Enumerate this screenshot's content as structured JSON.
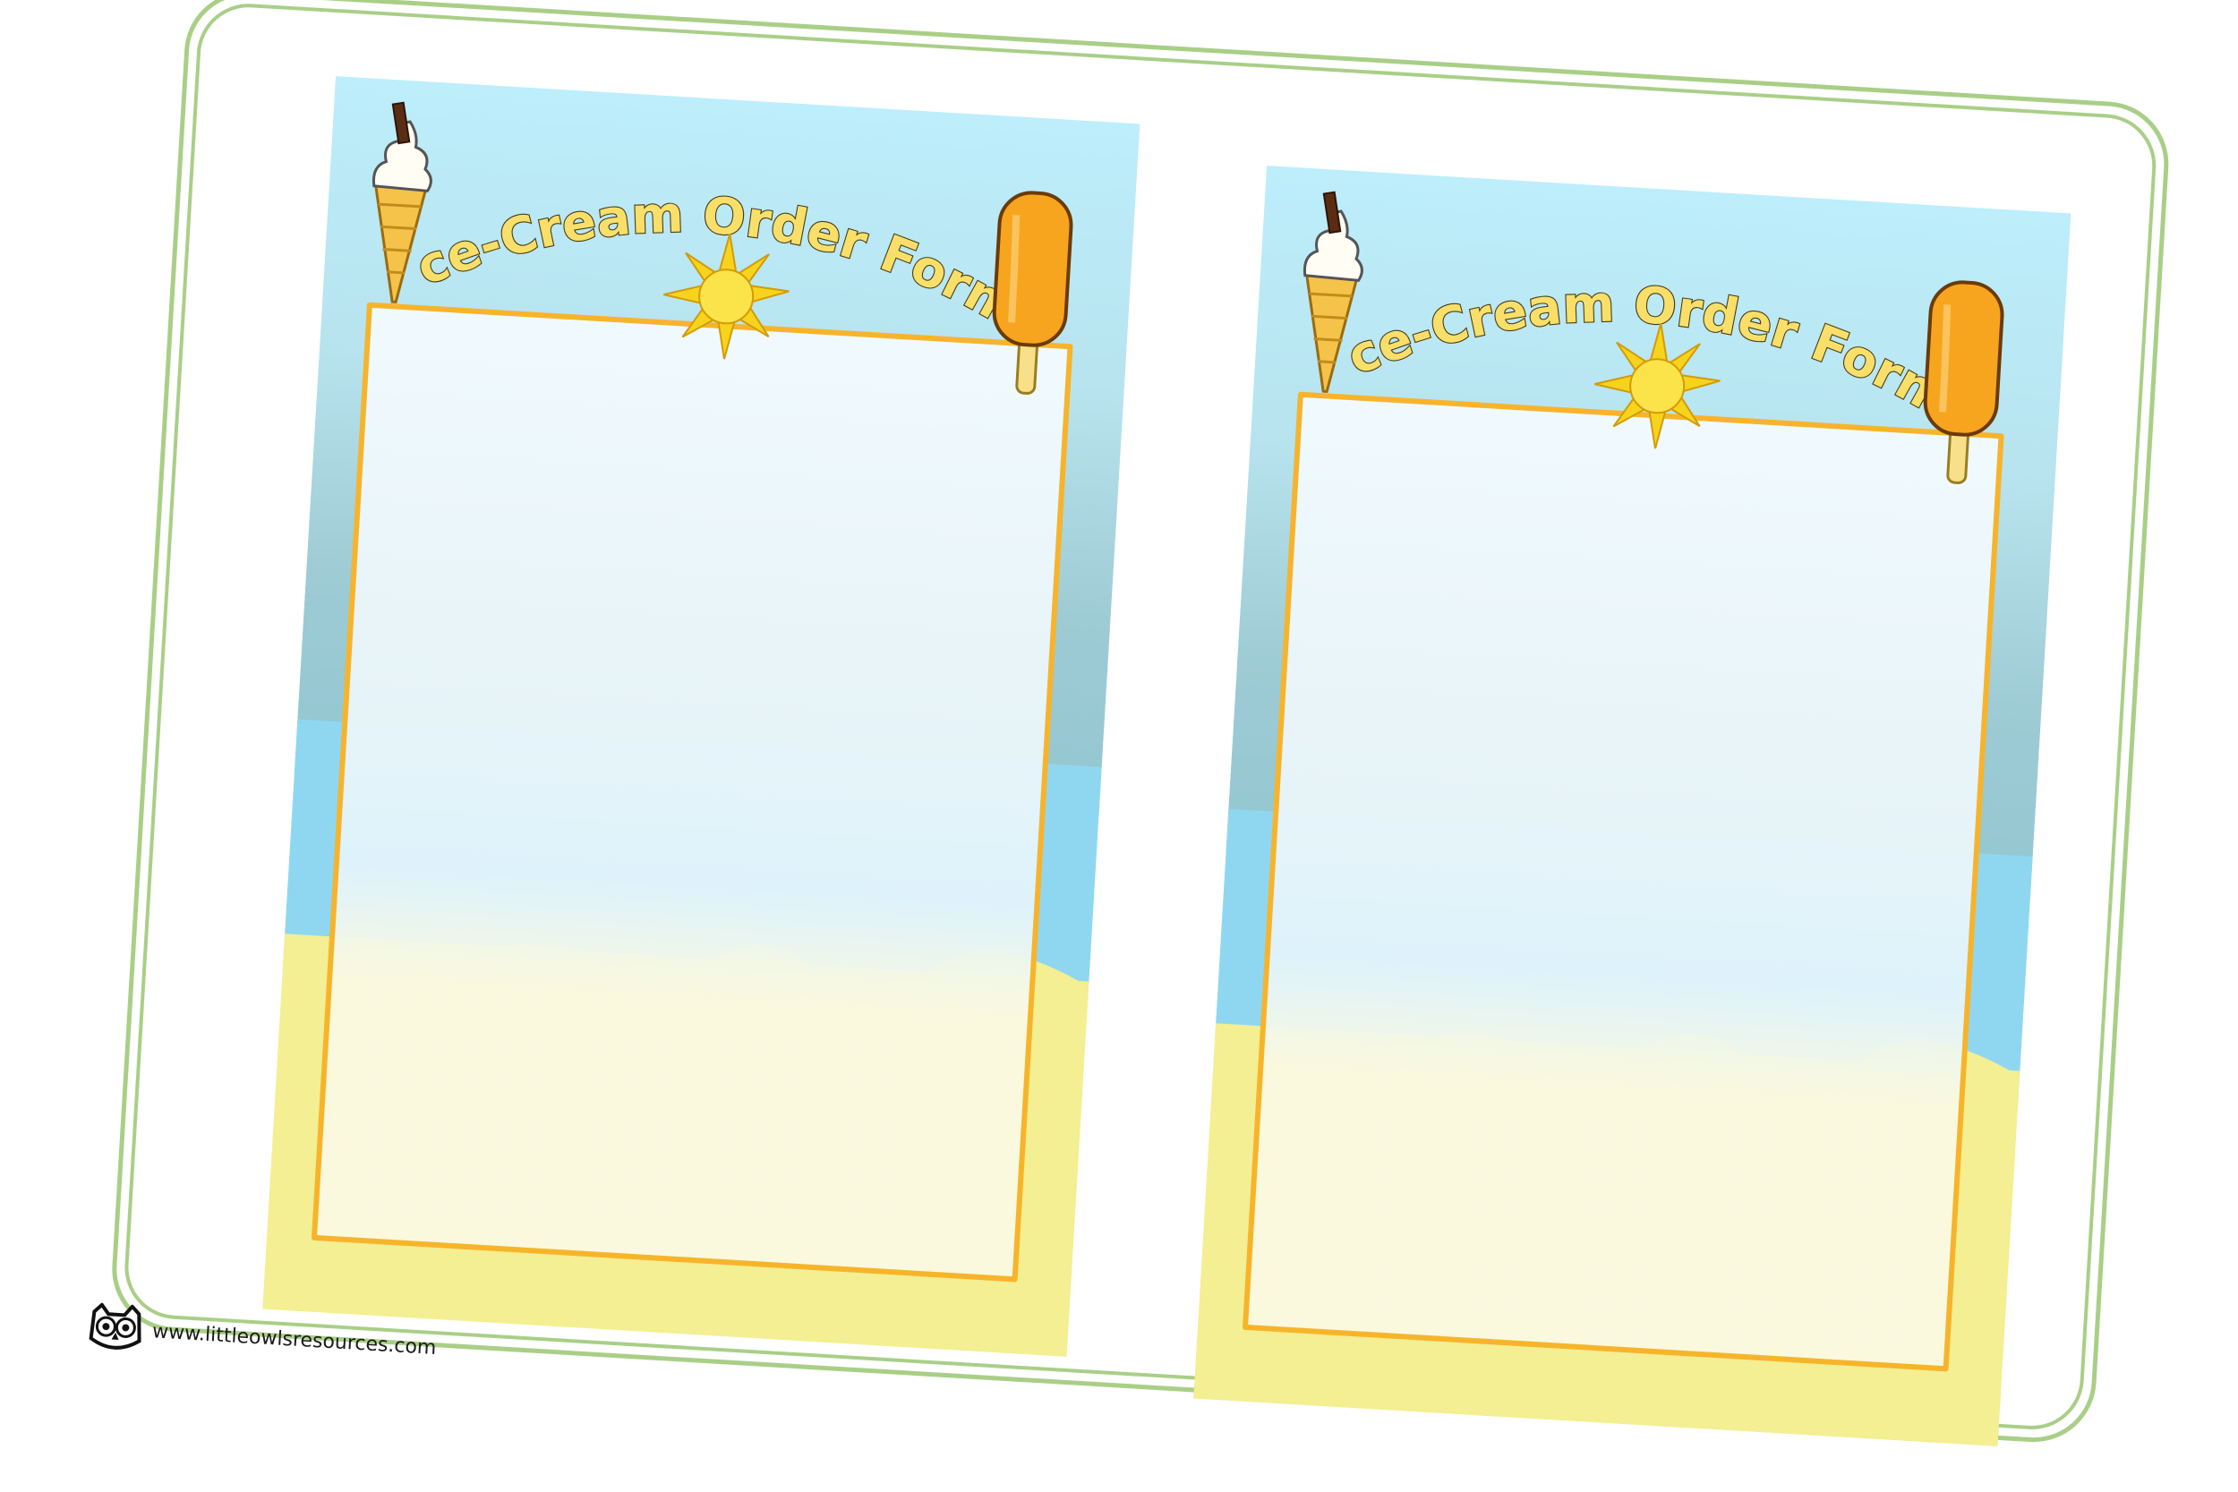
{
  "document": {
    "forms": [
      {
        "title": "Ice-Cream Order Form"
      },
      {
        "title": "Ice-Cream Order Form"
      }
    ],
    "footer": {
      "website": "www.littleowlsresources.com",
      "logo_icon": "owl-icon"
    }
  },
  "colors": {
    "frame": "#a9cf87",
    "box_border": "#f7b42b",
    "sky": "#bdeefb",
    "sea": "#8fd7f1",
    "sand": "#f3ef92",
    "sun": "#f8d31d",
    "lolly": "#f7a51e"
  }
}
